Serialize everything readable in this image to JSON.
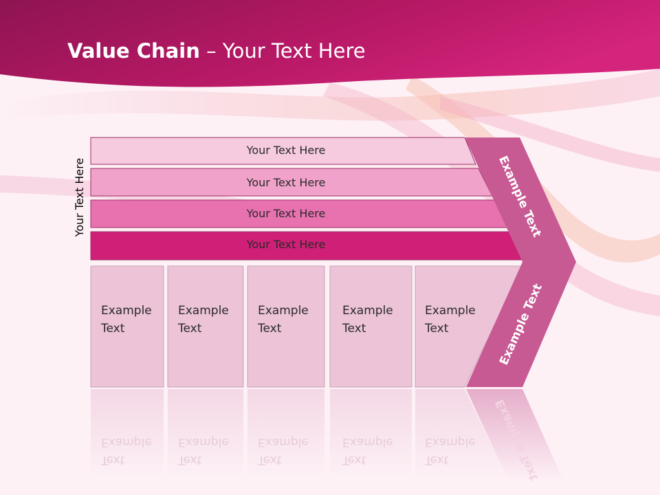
{
  "title": {
    "bold": "Value Chain",
    "rest": " – Your Text Here"
  },
  "side_label": "Your Text Here",
  "bars": [
    {
      "label": "Your Text Here"
    },
    {
      "label": "Your Text Here"
    },
    {
      "label": "Your Text Here"
    },
    {
      "label": "Your Text Here"
    }
  ],
  "cells": [
    {
      "line1": "Example",
      "line2": "Text"
    },
    {
      "line1": "Example",
      "line2": "Text"
    },
    {
      "line1": "Example",
      "line2": "Text"
    },
    {
      "line1": "Example",
      "line2": "Text"
    },
    {
      "line1": "Example",
      "line2": "Text"
    }
  ],
  "chevron": {
    "upper": "Example Text",
    "lower": "Example Text"
  },
  "colors": {
    "header": "#b0175f",
    "bar1": "#f6cbe0",
    "bar2": "#f0a2ca",
    "bar3": "#e872b0",
    "bar4": "#cf1f76",
    "cell": "#ecc3d7",
    "chevron": "#c85a93"
  }
}
